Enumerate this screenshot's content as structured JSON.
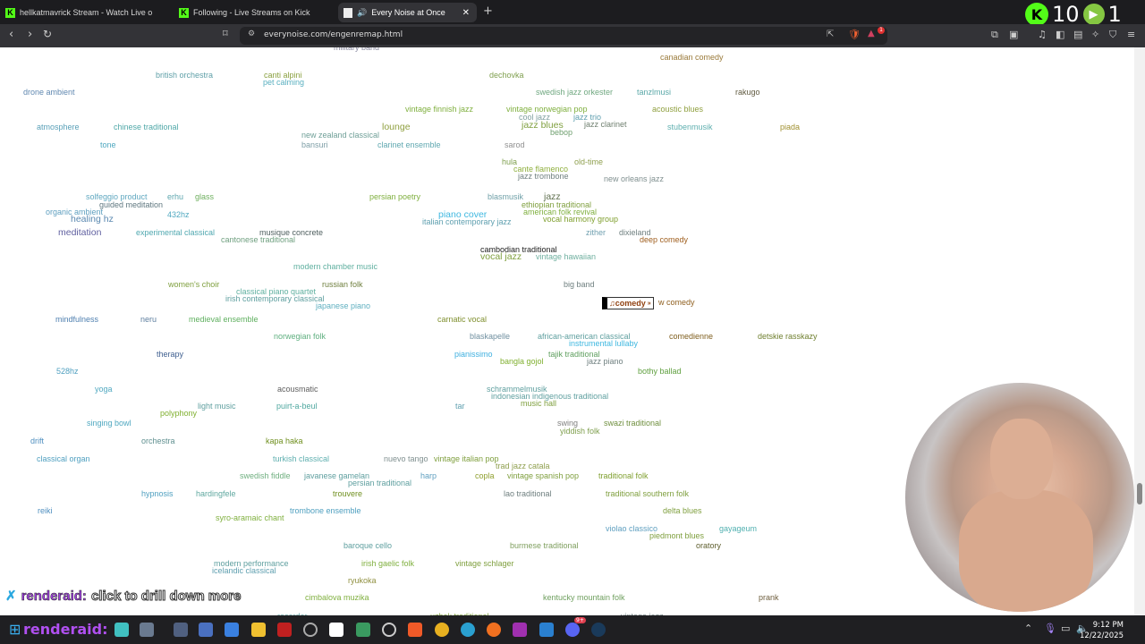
{
  "browser": {
    "tabs": [
      {
        "label": "hellkatmavrick Stream - Watch Live o",
        "icon": "kick-icon",
        "active": false
      },
      {
        "label": "Following - Live Streams on Kick",
        "icon": "kick-icon",
        "active": false
      },
      {
        "label": "Every Noise at Once",
        "icon": "page-icon",
        "active": true,
        "audio": true
      }
    ],
    "url": "everynoise.com/engenremap.html",
    "shield_badge": "1",
    "kick_overlay": {
      "kick_count": "10",
      "rumble_count": "1"
    }
  },
  "selected_genre": {
    "label": "comedy",
    "prefix": "♫",
    "suffix": "»"
  },
  "genres": [
    {
      "t": "military band",
      "c": "#8a8aa0"
    },
    {
      "t": "canadian comedy",
      "c": "#9a7a3a"
    },
    {
      "t": "british orchestra",
      "c": "#5fa0a8"
    },
    {
      "t": "canti alpini",
      "c": "#8aa040"
    },
    {
      "t": "pet calming",
      "c": "#5ab0c0"
    },
    {
      "t": "dechovka",
      "c": "#80a050"
    },
    {
      "t": "drone ambient",
      "c": "#6088b0"
    },
    {
      "t": "swedish jazz orkester",
      "c": "#70a880"
    },
    {
      "t": "tanzlmusi",
      "c": "#5aa8a8"
    },
    {
      "t": "rakugo",
      "c": "#605a40"
    },
    {
      "t": "vintage finnish jazz",
      "c": "#80b040"
    },
    {
      "t": "vintage norwegian pop",
      "c": "#80b040"
    },
    {
      "t": "acoustic blues",
      "c": "#90a040"
    },
    {
      "t": "cool jazz",
      "c": "#80a0a0"
    },
    {
      "t": "jazz trio",
      "c": "#60a0b0"
    },
    {
      "t": "jazz blues",
      "c": "#80a040"
    },
    {
      "t": "jazz clarinet",
      "c": "#708070"
    },
    {
      "t": "atmosphere",
      "c": "#5aa0b8"
    },
    {
      "t": "chinese traditional",
      "c": "#50a8a8"
    },
    {
      "t": "lounge",
      "c": "#90a040"
    },
    {
      "t": "stubenmusik",
      "c": "#60b0b0"
    },
    {
      "t": "piada",
      "c": "#a09030"
    },
    {
      "t": "new zealand classical",
      "c": "#70a098"
    },
    {
      "t": "bebop",
      "c": "#70a070"
    },
    {
      "t": "tone",
      "c": "#50a8c0"
    },
    {
      "t": "bansuri",
      "c": "#80a0a8"
    },
    {
      "t": "clarinet ensemble",
      "c": "#60a8b0"
    },
    {
      "t": "sarod",
      "c": "#909090"
    },
    {
      "t": "hula",
      "c": "#80a050"
    },
    {
      "t": "old-time",
      "c": "#90a050"
    },
    {
      "t": "cante flamenco",
      "c": "#90b040"
    },
    {
      "t": "jazz trombone",
      "c": "#708080"
    },
    {
      "t": "new orleans jazz",
      "c": "#809090"
    },
    {
      "t": "solfeggio product",
      "c": "#60a8c0"
    },
    {
      "t": "erhu",
      "c": "#60a8b0"
    },
    {
      "t": "glass",
      "c": "#70b060"
    },
    {
      "t": "persian poetry",
      "c": "#80b040"
    },
    {
      "t": "blasmusik",
      "c": "#70a0a8"
    },
    {
      "t": "jazz",
      "c": "#607050"
    },
    {
      "t": "guided meditation",
      "c": "#607880"
    },
    {
      "t": "ethiopian traditional",
      "c": "#80a040"
    },
    {
      "t": "organic ambient",
      "c": "#60a0c0"
    },
    {
      "t": "432hz",
      "c": "#50a8c0"
    },
    {
      "t": "piano cover",
      "c": "#40b8e0"
    },
    {
      "t": "american folk revival",
      "c": "#80b040"
    },
    {
      "t": "healing hz",
      "c": "#5a88b0"
    },
    {
      "t": "italian contemporary jazz",
      "c": "#60a0b0"
    },
    {
      "t": "vocal harmony group",
      "c": "#80a030"
    },
    {
      "t": "meditation",
      "c": "#6060a0"
    },
    {
      "t": "experimental classical",
      "c": "#50a8b0"
    },
    {
      "t": "musique concrete",
      "c": "#506060"
    },
    {
      "t": "zither",
      "c": "#70a0b0"
    },
    {
      "t": "dixieland",
      "c": "#708080"
    },
    {
      "t": "cantonese traditional",
      "c": "#70a080"
    },
    {
      "t": "deep comedy",
      "c": "#a06020"
    },
    {
      "t": "cambodian traditional",
      "c": "#202020"
    },
    {
      "t": "vocal jazz",
      "c": "#80a040"
    },
    {
      "t": "vintage hawaiian",
      "c": "#70b0a0"
    },
    {
      "t": "modern chamber music",
      "c": "#60b0a0"
    },
    {
      "t": "women's choir",
      "c": "#80a040"
    },
    {
      "t": "russian folk",
      "c": "#708040"
    },
    {
      "t": "big band",
      "c": "#708080"
    },
    {
      "t": "classical piano quartet",
      "c": "#60b0a0"
    },
    {
      "t": "irish contemporary classical",
      "c": "#60a0a0"
    },
    {
      "t": "w comedy",
      "c": "#906020"
    },
    {
      "t": "japanese piano",
      "c": "#60b0c0"
    },
    {
      "t": "mindfulness",
      "c": "#5080b0"
    },
    {
      "t": "neru",
      "c": "#6080a0"
    },
    {
      "t": "medieval ensemble",
      "c": "#60b060"
    },
    {
      "t": "carnatic vocal",
      "c": "#809030"
    },
    {
      "t": "norwegian folk",
      "c": "#60b080"
    },
    {
      "t": "blaskapelle",
      "c": "#7090a0"
    },
    {
      "t": "african-american classical",
      "c": "#60a0a0"
    },
    {
      "t": "comedienne",
      "c": "#806020"
    },
    {
      "t": "detskie rasskazy",
      "c": "#708030"
    },
    {
      "t": "instrumental lullaby",
      "c": "#40b8e0"
    },
    {
      "t": "therapy",
      "c": "#406090"
    },
    {
      "t": "pianissimo",
      "c": "#40b0e0"
    },
    {
      "t": "tajik traditional",
      "c": "#60a060"
    },
    {
      "t": "bangla gojol",
      "c": "#80b030"
    },
    {
      "t": "jazz piano",
      "c": "#708080"
    },
    {
      "t": "528hz",
      "c": "#50a0c0"
    },
    {
      "t": "bothy ballad",
      "c": "#60a040"
    },
    {
      "t": "yoga",
      "c": "#50a8c0"
    },
    {
      "t": "acousmatic",
      "c": "#606060"
    },
    {
      "t": "schrammelmusik",
      "c": "#60a0a0"
    },
    {
      "t": "indonesian indigenous traditional",
      "c": "#60a0a0"
    },
    {
      "t": "light music",
      "c": "#60a0a0"
    },
    {
      "t": "puirt-a-beul",
      "c": "#50a8a0"
    },
    {
      "t": "tar",
      "c": "#60a0b0"
    },
    {
      "t": "music hall",
      "c": "#80a040"
    },
    {
      "t": "polyphony",
      "c": "#80b030"
    },
    {
      "t": "swing",
      "c": "#808080"
    },
    {
      "t": "swazi traditional",
      "c": "#709040"
    },
    {
      "t": "singing bowl",
      "c": "#50a8c0"
    },
    {
      "t": "yiddish folk",
      "c": "#80a050"
    },
    {
      "t": "drift",
      "c": "#5090c0"
    },
    {
      "t": "orchestra",
      "c": "#609090"
    },
    {
      "t": "kapa haka",
      "c": "#709020"
    },
    {
      "t": "classical organ",
      "c": "#50a0c0"
    },
    {
      "t": "turkish classical",
      "c": "#60b0b0"
    },
    {
      "t": "nuevo tango",
      "c": "#809090"
    },
    {
      "t": "vintage italian pop",
      "c": "#80a040"
    },
    {
      "t": "trad jazz catala",
      "c": "#90a050"
    },
    {
      "t": "swedish fiddle",
      "c": "#70b080"
    },
    {
      "t": "javanese gamelan",
      "c": "#60a0a0"
    },
    {
      "t": "harp",
      "c": "#60a0c0"
    },
    {
      "t": "copla",
      "c": "#90a030"
    },
    {
      "t": "vintage spanish pop",
      "c": "#80a040"
    },
    {
      "t": "traditional folk",
      "c": "#80a030"
    },
    {
      "t": "persian traditional",
      "c": "#60a0a0"
    },
    {
      "t": "hypnosis",
      "c": "#50a0c0"
    },
    {
      "t": "hardingfele",
      "c": "#60a8a0"
    },
    {
      "t": "trouvere",
      "c": "#709020"
    },
    {
      "t": "lao traditional",
      "c": "#708080"
    },
    {
      "t": "traditional southern folk",
      "c": "#80a040"
    },
    {
      "t": "reiki",
      "c": "#5090c0"
    },
    {
      "t": "trombone ensemble",
      "c": "#50a0c0"
    },
    {
      "t": "delta blues",
      "c": "#80a040"
    },
    {
      "t": "syro-aramaic chant",
      "c": "#80b040"
    },
    {
      "t": "violao classico",
      "c": "#60a0c0"
    },
    {
      "t": "gayageum",
      "c": "#50b0b0"
    },
    {
      "t": "piedmont blues",
      "c": "#80a040"
    },
    {
      "t": "baroque cello",
      "c": "#60a0a0"
    },
    {
      "t": "burmese traditional",
      "c": "#80a060"
    },
    {
      "t": "oratory",
      "c": "#606030"
    },
    {
      "t": "modern performance",
      "c": "#60a0a0"
    },
    {
      "t": "icelandic classical",
      "c": "#60a0b0"
    },
    {
      "t": "irish gaelic folk",
      "c": "#80b040"
    },
    {
      "t": "vintage schlager",
      "c": "#80a040"
    },
    {
      "t": "ryukoka",
      "c": "#909040"
    },
    {
      "t": "cimbalova muzika",
      "c": "#80b040"
    },
    {
      "t": "kentucky mountain folk",
      "c": "#70a060"
    },
    {
      "t": "prank",
      "c": "#706040"
    },
    {
      "t": "recorder",
      "c": "#60a0a0"
    },
    {
      "t": "uzbek traditional",
      "c": "#80a040"
    },
    {
      "t": "vintage jazz",
      "c": "#708080"
    }
  ],
  "stream_overlay": {
    "user": "renderaid:",
    "message": "click to drill down more"
  },
  "taskbar": {
    "user_label": "renderaid:",
    "time": "9:12 PM",
    "date": "12/22/2025",
    "discord_badge": "9+"
  }
}
